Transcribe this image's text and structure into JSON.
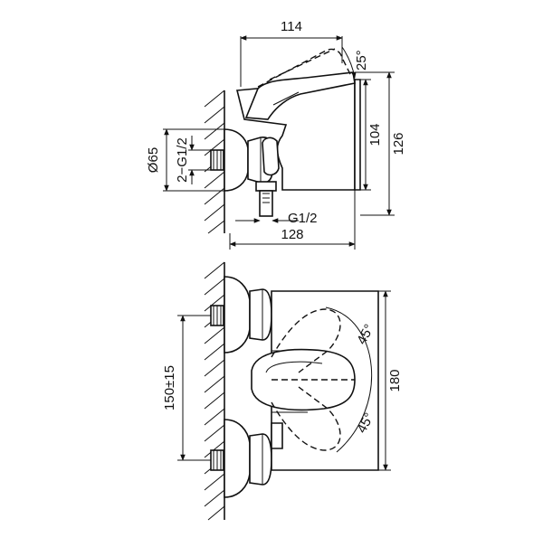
{
  "top_view": {
    "dim_width_top": "114",
    "dim_angle_top": "25°",
    "dim_height_inner": "104",
    "dim_height_outer": "126",
    "dim_diameter": "Ø65",
    "dim_thread_inlet": "2−G1/2",
    "dim_thread_outlet": "G1/2",
    "dim_depth": "128"
  },
  "front_view": {
    "dim_centers": "150±15",
    "dim_swing_upper": "45°",
    "dim_swing_lower": "45°",
    "dim_arc": "180"
  }
}
